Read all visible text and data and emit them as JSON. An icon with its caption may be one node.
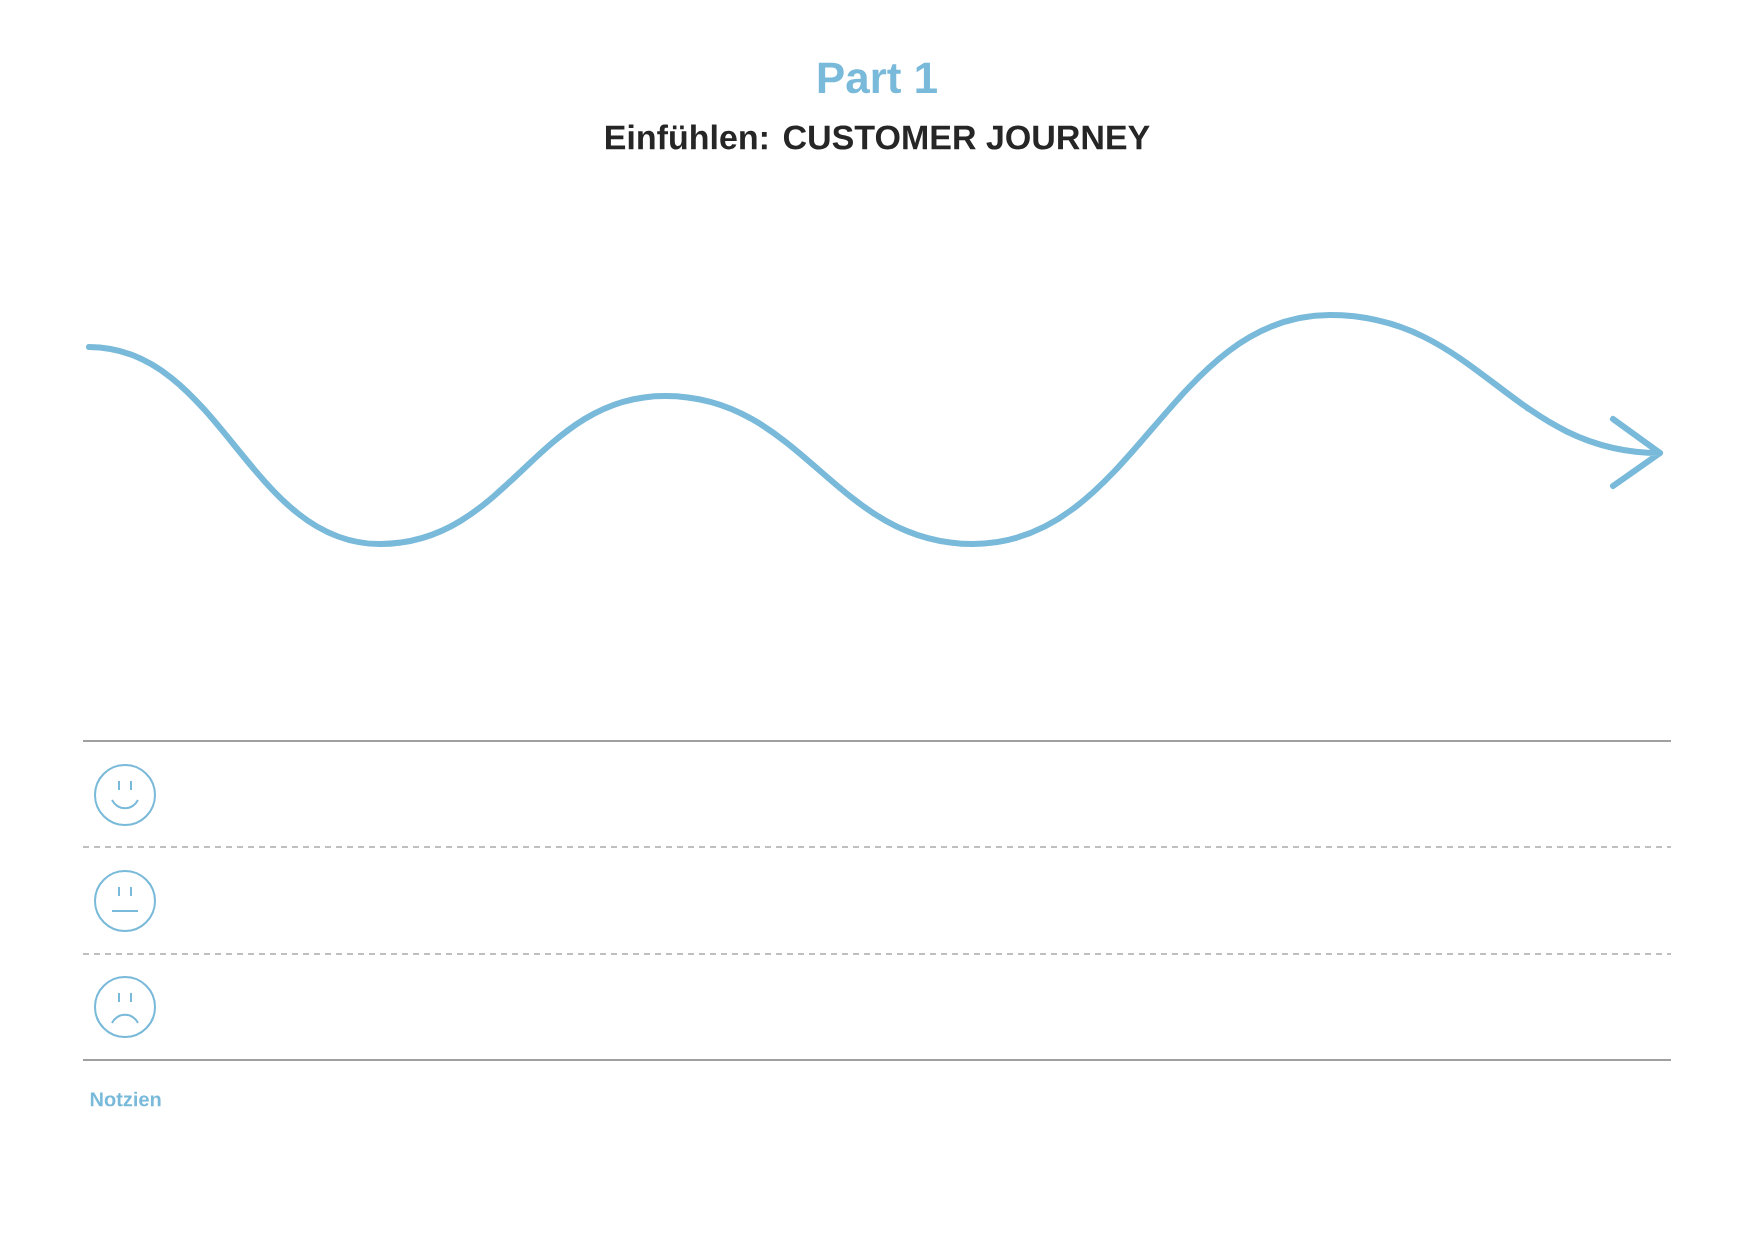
{
  "diagram": {
    "title": "Part 1",
    "labels": [
      "Einfühlen: CUSTOMER JOURNEY",
      "Notzien"
    ]
  }
}
